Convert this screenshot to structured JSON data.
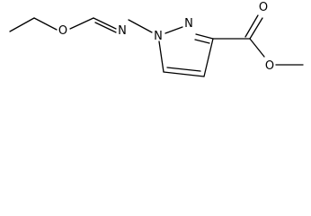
{
  "structure": {
    "atoms": {
      "ether_oxygen": "O",
      "imine_nitrogen": "N",
      "ring_n1": "N",
      "ring_n2": "N",
      "carbonyl_oxygen": "O",
      "ester_oxygen": "O"
    },
    "colors": {
      "bond": "#000000",
      "label": "#000000",
      "background": "#ffffff"
    }
  }
}
